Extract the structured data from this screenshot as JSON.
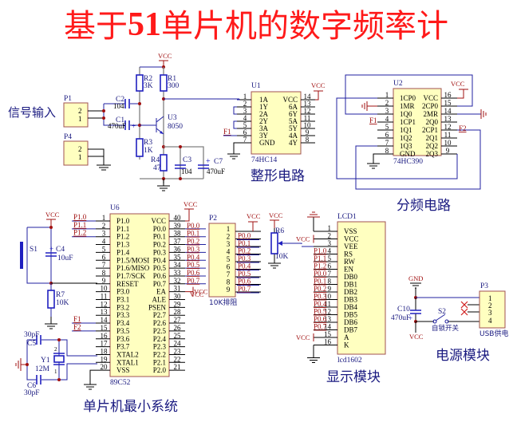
{
  "title": {
    "prefix": "基于",
    "num": "51",
    "suffix": "单片机的数字频率计"
  },
  "sections": {
    "shaping": "整形电路",
    "divider": "分频电路",
    "mcu": "单片机最小系统",
    "display": "显示模块",
    "power": "电源模块",
    "signal_input": "信号输入"
  },
  "power_labels": {
    "vcc": "VCC",
    "gnd": "GND"
  },
  "input_stage": {
    "P1": {
      "ref": "P1",
      "pins": [
        "2",
        "1"
      ]
    },
    "P4": {
      "ref": "P4",
      "pins": [
        "2",
        "1"
      ]
    },
    "R1": {
      "ref": "R1",
      "value": "300"
    },
    "R2": {
      "ref": "R2",
      "value": "3K"
    },
    "R3": {
      "ref": "R3",
      "value": "1K"
    },
    "R4": {
      "ref": "R4",
      "value": "47"
    },
    "C1": {
      "ref": "C1",
      "value": "470uF"
    },
    "C2": {
      "ref": "C2",
      "value": "104"
    },
    "C3": {
      "ref": "C3",
      "value": "104"
    },
    "C7": {
      "ref": "C7",
      "value": "470uF"
    },
    "U3": {
      "ref": "U3",
      "value": "8050"
    }
  },
  "U1": {
    "ref": "U1",
    "part": "74HC14",
    "left_pins": [
      {
        "n": "1",
        "name": "1A"
      },
      {
        "n": "2",
        "name": "1Y"
      },
      {
        "n": "3",
        "name": "2A"
      },
      {
        "n": "4",
        "name": "2Y"
      },
      {
        "n": "5",
        "name": "3A"
      },
      {
        "n": "6",
        "name": "3Y"
      },
      {
        "n": "7",
        "name": "GND"
      }
    ],
    "right_pins": [
      {
        "n": "14",
        "name": "VCC"
      },
      {
        "n": "13",
        "name": "6A"
      },
      {
        "n": "12",
        "name": "6Y"
      },
      {
        "n": "11",
        "name": "5A"
      },
      {
        "n": "10",
        "name": "5Y"
      },
      {
        "n": "9",
        "name": "4A"
      },
      {
        "n": "8",
        "name": "4Y"
      }
    ],
    "net_f1": "F1"
  },
  "U2": {
    "ref": "U2",
    "part": "74HC390",
    "left_pins": [
      {
        "n": "1",
        "name": "1CP0"
      },
      {
        "n": "2",
        "name": "1MR"
      },
      {
        "n": "3",
        "name": "1Q0"
      },
      {
        "n": "4",
        "name": "1CP1"
      },
      {
        "n": "5",
        "name": "1Q1"
      },
      {
        "n": "6",
        "name": "1Q2"
      },
      {
        "n": "7",
        "name": "1Q3"
      },
      {
        "n": "8",
        "name": "GND"
      }
    ],
    "right_pins": [
      {
        "n": "16",
        "name": "VCC"
      },
      {
        "n": "15",
        "name": "2CP0"
      },
      {
        "n": "14",
        "name": "2MR"
      },
      {
        "n": "13",
        "name": "2Q0"
      },
      {
        "n": "12",
        "name": "2CP1"
      },
      {
        "n": "11",
        "name": "2Q1"
      },
      {
        "n": "10",
        "name": "2Q2"
      },
      {
        "n": "9",
        "name": "2Q3"
      }
    ],
    "net_f1": "F1",
    "net_f2": "F2"
  },
  "U6": {
    "ref": "U6",
    "part": "89C52",
    "left_pins": [
      {
        "n": "1",
        "name": "P1.0",
        "net": "P1.0"
      },
      {
        "n": "2",
        "name": "P1.1",
        "net": "P1.1"
      },
      {
        "n": "3",
        "name": "P1.2",
        "net": "P1.2"
      },
      {
        "n": "4",
        "name": "P1.3",
        "net": ""
      },
      {
        "n": "5",
        "name": "P1.4",
        "net": ""
      },
      {
        "n": "6",
        "name": "P1.5/MOSI",
        "net": ""
      },
      {
        "n": "7",
        "name": "P1.6/MISO",
        "net": ""
      },
      {
        "n": "8",
        "name": "P1.7/SCK",
        "net": ""
      },
      {
        "n": "9",
        "name": "RESET",
        "net": ""
      },
      {
        "n": "10",
        "name": "P3.0",
        "net": ""
      },
      {
        "n": "11",
        "name": "P3.1",
        "net": ""
      },
      {
        "n": "12",
        "name": "P3.2",
        "net": ""
      },
      {
        "n": "13",
        "name": "P3.3",
        "net": ""
      },
      {
        "n": "14",
        "name": "P3.4",
        "net": "F1"
      },
      {
        "n": "15",
        "name": "P3.5",
        "net": "F2"
      },
      {
        "n": "16",
        "name": "P3.6",
        "net": ""
      },
      {
        "n": "17",
        "name": "P3.7",
        "net": ""
      },
      {
        "n": "18",
        "name": "XTAL2",
        "net": ""
      },
      {
        "n": "19",
        "name": "XTAL1",
        "net": ""
      },
      {
        "n": "20",
        "name": "VSS",
        "net": ""
      }
    ],
    "right_pins": [
      {
        "n": "40",
        "name": "VCC",
        "net": ""
      },
      {
        "n": "39",
        "name": "P0.0",
        "net": "P0.0"
      },
      {
        "n": "38",
        "name": "P0.1",
        "net": "P0.1"
      },
      {
        "n": "37",
        "name": "P0.2",
        "net": "P0.2"
      },
      {
        "n": "36",
        "name": "P0.3",
        "net": "P0.3"
      },
      {
        "n": "35",
        "name": "P0.4",
        "net": "P0.4"
      },
      {
        "n": "34",
        "name": "P0.5",
        "net": "P0.5"
      },
      {
        "n": "33",
        "name": "P0.6",
        "net": "P0.6"
      },
      {
        "n": "32",
        "name": "P0.7",
        "net": "P0.7"
      },
      {
        "n": "31",
        "name": "EA",
        "net": "VCC"
      },
      {
        "n": "30",
        "name": "ALE",
        "net": ""
      },
      {
        "n": "29",
        "name": "PSEN",
        "net": ""
      },
      {
        "n": "28",
        "name": "P2.7",
        "net": ""
      },
      {
        "n": "27",
        "name": "P2.6",
        "net": ""
      },
      {
        "n": "26",
        "name": "P2.5",
        "net": ""
      },
      {
        "n": "25",
        "name": "P2.4",
        "net": ""
      },
      {
        "n": "24",
        "name": "P2.3",
        "net": ""
      },
      {
        "n": "23",
        "name": "P2.2",
        "net": ""
      },
      {
        "n": "22",
        "name": "P2.1",
        "net": ""
      },
      {
        "n": "21",
        "name": "P2.0",
        "net": ""
      }
    ]
  },
  "mcu_parts": {
    "S1": "S1",
    "C4": {
      "ref": "C4",
      "value": "10uF"
    },
    "R7": {
      "ref": "R7",
      "value": "10K"
    },
    "C5": {
      "ref": "C5",
      "value": "30pF"
    },
    "C6": {
      "ref": "C6",
      "value": "30pF"
    },
    "Y1": {
      "ref": "Y1",
      "value": "12M",
      "pin_top": "2",
      "pin_bottom": "1"
    }
  },
  "P2": {
    "ref": "P2",
    "label": "10K排阻",
    "pins": [
      {
        "n": "1",
        "net": "VCC"
      },
      {
        "n": "2",
        "net": "P0.0"
      },
      {
        "n": "3",
        "net": "P0.1"
      },
      {
        "n": "4",
        "net": "P0.2"
      },
      {
        "n": "5",
        "net": "P0.3"
      },
      {
        "n": "6",
        "net": "P0.4"
      },
      {
        "n": "7",
        "net": "P0.5"
      },
      {
        "n": "8",
        "net": "P0.6"
      },
      {
        "n": "9",
        "net": "P0.7"
      }
    ]
  },
  "R6": {
    "ref": "R6",
    "value": "10K"
  },
  "LCD1": {
    "ref": "LCD1",
    "part": "lcd1602",
    "pins": [
      {
        "n": "1",
        "name": "VSS",
        "net": ""
      },
      {
        "n": "2",
        "name": "VCC",
        "net": "VCC"
      },
      {
        "n": "3",
        "name": "VEE",
        "net": ""
      },
      {
        "n": "4",
        "name": "RS",
        "net": "P1.0"
      },
      {
        "n": "5",
        "name": "RW",
        "net": "P1.1"
      },
      {
        "n": "6",
        "name": "EN",
        "net": "P1.2"
      },
      {
        "n": "7",
        "name": "DB0",
        "net": "P0.0"
      },
      {
        "n": "8",
        "name": "DB1",
        "net": "P0.1"
      },
      {
        "n": "9",
        "name": "DB2",
        "net": "P0.2"
      },
      {
        "n": "10",
        "name": "DB3",
        "net": "P0.3"
      },
      {
        "n": "11",
        "name": "DB4",
        "net": "P0.4"
      },
      {
        "n": "12",
        "name": "DB5",
        "net": "P0.5"
      },
      {
        "n": "13",
        "name": "DB6",
        "net": "P0.6"
      },
      {
        "n": "14",
        "name": "DB7",
        "net": "P0.7"
      },
      {
        "n": "15",
        "name": "A",
        "net": "VCC"
      },
      {
        "n": "16",
        "name": "K",
        "net": ""
      }
    ]
  },
  "power": {
    "C10": {
      "ref": "C10",
      "value": "470uF"
    },
    "S2": {
      "ref": "S2",
      "label": "自锁开关"
    },
    "P3": {
      "ref": "P3",
      "label": "USB供电",
      "pins": [
        "1",
        "2",
        "3",
        "4"
      ]
    }
  },
  "colors": {
    "title": "#ff1a1a",
    "wire": "#2020a0",
    "net": "#a01010",
    "chip_fill": "#ffffc0",
    "section_text": "#1a1a80"
  }
}
